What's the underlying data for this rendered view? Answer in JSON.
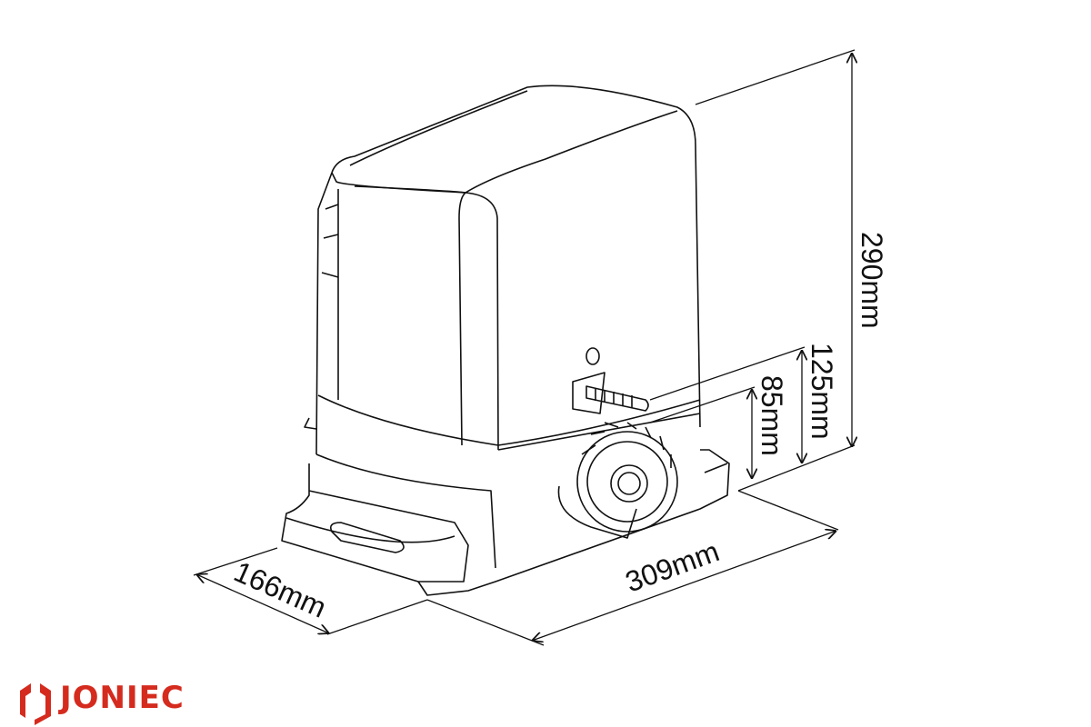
{
  "dimensions": {
    "height_total": "290mm",
    "shaft_height": "125mm",
    "gear_height": "85mm",
    "length": "309mm",
    "width": "166mm"
  },
  "brand": {
    "name": "JONIEC",
    "color": "#d52b1e"
  },
  "colors": {
    "line": "#111111"
  }
}
